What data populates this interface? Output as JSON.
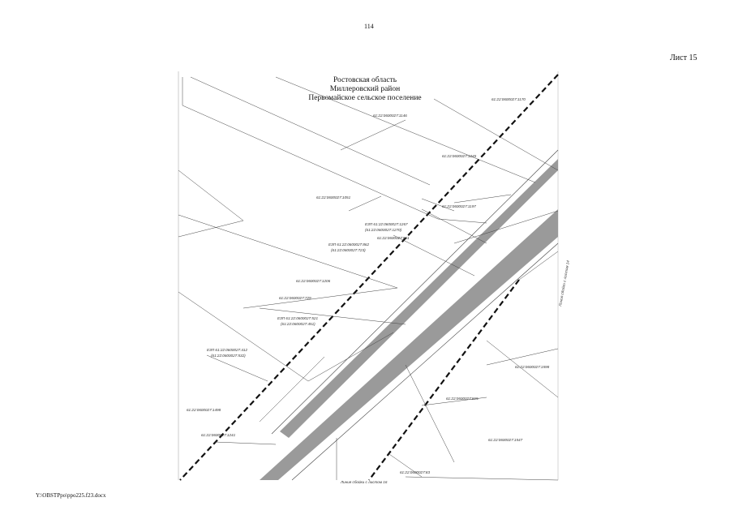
{
  "page_number": "114",
  "sheet_label": "Лист 15",
  "footer_path": "Y:\\OBSTPpo\\ppo225.f23.docx",
  "header": {
    "line1": "Ростовская область",
    "line2": "Миллеровский район",
    "line3": "Первомайское сельское поселение"
  },
  "colors": {
    "road_band": "#9a9a9a",
    "boundary_line": "#111111",
    "parcel_line": "#444444"
  },
  "labels": [
    "61:22:0600027:1146",
    "61:22:0600027:1245",
    "61:22:0600027:1170",
    "61:22:0600027:1051",
    "61:22:0600027:1197",
    "ЕЗП 61:22:0600027:1267",
    "(61:22:0600027:1270)",
    "61:22:0600027:841",
    "ЕЗП 61:22:0600027:862",
    "(61:22:0600027:723)",
    "61:22:0600027:1206",
    "61:22:0600027:729",
    "ЕЗП 61:22:0600027:521",
    "(61:22:0600027:451)",
    "ЕЗП 61:22:0600027:412",
    "(61:22:0600027:532)",
    "61:22:0600027:1498",
    "61:22:0600027:1241",
    "61:22:0600027:1598",
    "61:22:0600027:815",
    "61:22:0600027:1547",
    "61:22:0600027:83",
    "Линия сбойки с листом 16",
    "Линия сбойки с листом 14"
  ]
}
